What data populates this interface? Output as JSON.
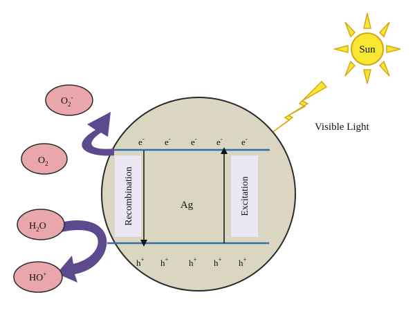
{
  "sun": {
    "label": "Sun"
  },
  "light": {
    "label": "Visible Light"
  },
  "particle": {
    "center_label": "Ag",
    "electron": "e",
    "electron_sup": "-",
    "hole": "h",
    "hole_sup": "+"
  },
  "bands": {
    "recombination_label": "Recombination",
    "excitation_label": "Excitation"
  },
  "species": {
    "o2_radical": {
      "main": "O",
      "sub": "2",
      "sup": "-"
    },
    "o2": {
      "main": "O",
      "sub": "2"
    },
    "h2o": {
      "main": "H",
      "sub": "2",
      "tail": "O"
    },
    "ho_plus": {
      "main": "HO",
      "sup": "+"
    }
  },
  "colors": {
    "particle_fill": "#dad6c2",
    "band_line": "#2e6fa8",
    "bubble_fill": "#e9a7ab",
    "arrow_fill": "#5d4a8e",
    "sun_fill": "#f7e733",
    "sun_stroke": "#d6a712",
    "panel_fill": "#ece8f3"
  }
}
